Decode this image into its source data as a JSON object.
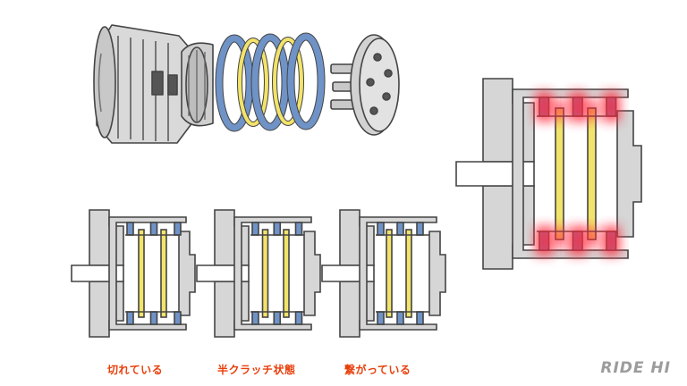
{
  "labels": {
    "disengaged": "切れている",
    "half_clutch": "半クラッチ状態",
    "engaged": "繋がっている"
  },
  "logo": "RIDE HI",
  "colors": {
    "label": "#e8400c",
    "blue_plate": "#6f93c7",
    "yellow_plate": "#f2e36a",
    "housing": "#d6d6d6",
    "outline": "#444444",
    "heat": "#ff2a3d"
  },
  "icons": [
    "clutch-basket-icon",
    "clutch-hub-icon",
    "pressure-plate-icon"
  ]
}
